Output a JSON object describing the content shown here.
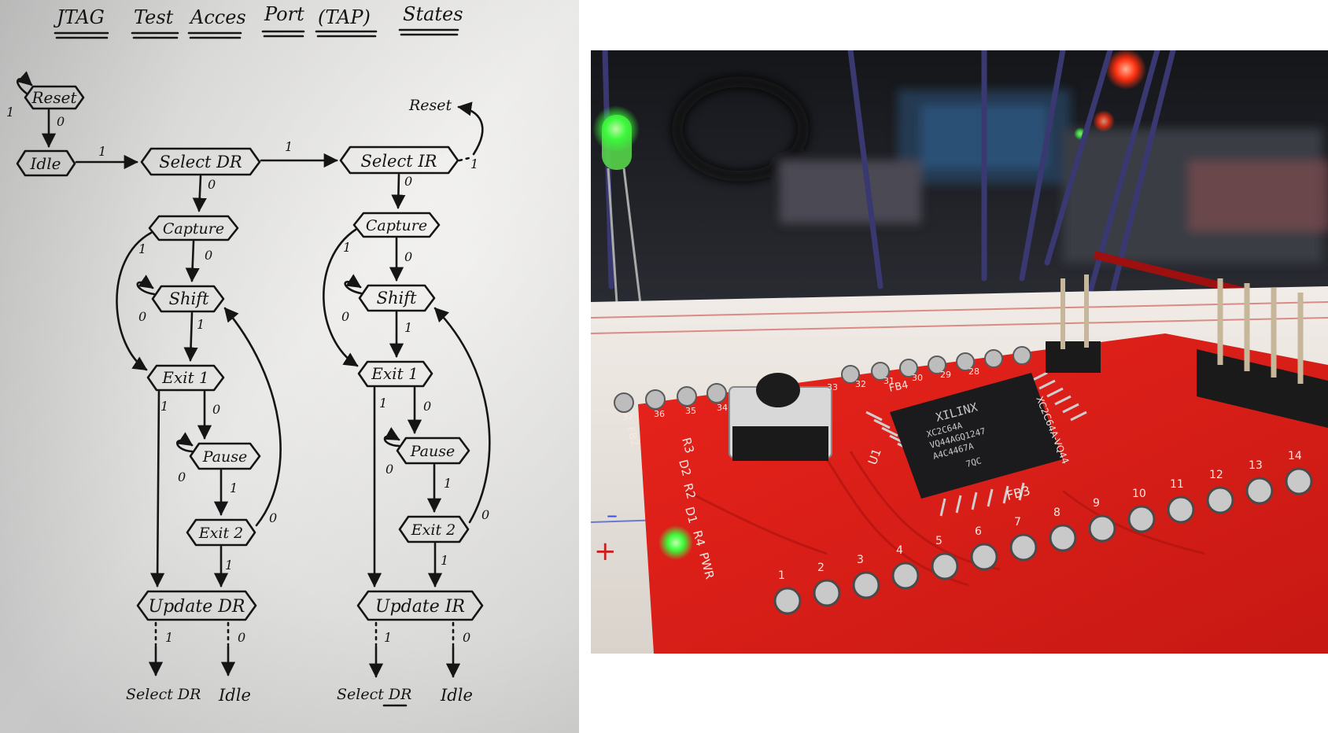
{
  "sketch": {
    "title": [
      "JTAG",
      "Test",
      "Acces",
      "Port",
      "(TAP)",
      "States"
    ],
    "states": {
      "reset": "Reset",
      "idle": "Idle",
      "select_dr": "Select DR",
      "select_ir": "Select IR",
      "capture_dr": "Capture",
      "shift_dr": "Shift",
      "exit1_dr": "Exit 1",
      "pause_dr": "Pause",
      "exit2_dr": "Exit 2",
      "update_dr": "Update DR",
      "capture_ir": "Capture",
      "shift_ir": "Shift",
      "exit1_ir": "Exit 1",
      "pause_ir": "Pause",
      "exit2_ir": "Exit 2",
      "update_ir": "Update IR"
    },
    "targets": {
      "reset_top": "Reset",
      "dr_select": "Select DR",
      "dr_idle": "Idle",
      "ir_select": "Select DR",
      "ir_idle": "Idle"
    },
    "edge_labels": {
      "zero": "0",
      "one": "1"
    }
  },
  "photo": {
    "chip_brand": "XILINX",
    "chip_lines": [
      "XC2C64A",
      "VQ44AGQ1247",
      "A4C4467A",
      "7QC"
    ],
    "board_silk": {
      "r3": "R3",
      "d2": "D2",
      "r2": "R2",
      "d1": "D1",
      "r4": "R4",
      "pwr": "PWR",
      "u1": "U1",
      "fb3": "FB3",
      "fb4": "FB4",
      "fb2": "FB2",
      "model": "XC2C64A-VQ44",
      "pin_row": [
        "1",
        "2",
        "3",
        "4",
        "5",
        "6",
        "7",
        "8",
        "9",
        "10",
        "11",
        "12",
        "13",
        "14"
      ],
      "top_row": [
        "37",
        "36",
        "35",
        "34",
        "33",
        "32",
        "31",
        "30",
        "29",
        "28"
      ]
    },
    "rail_minus": "–",
    "rail_plus": "+",
    "colors": {
      "pcb": "#d8201a",
      "led_green": "#39ff3a",
      "background": "#1c1d22"
    }
  }
}
